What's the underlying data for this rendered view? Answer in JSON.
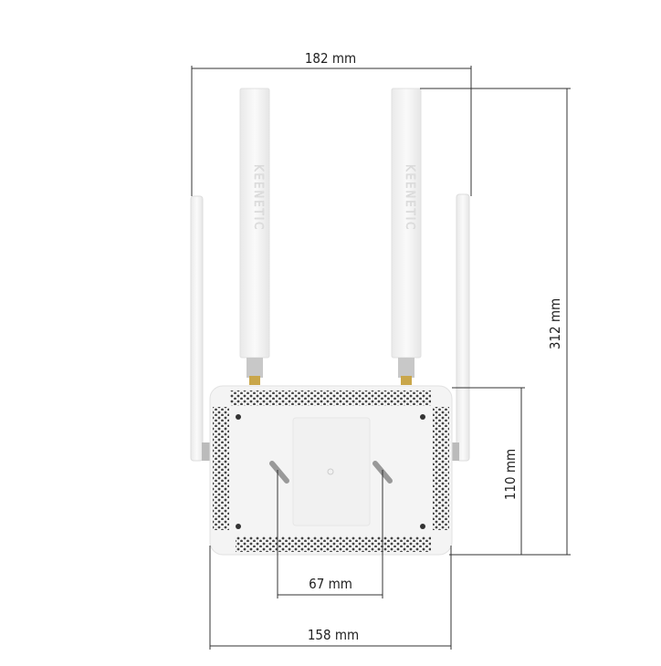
{
  "product_brand": "KEENETIC",
  "dimensions": {
    "width_with_antennas": "182 mm",
    "height_with_antennas": "312 mm",
    "body_height": "110 mm",
    "mount_spacing": "67 mm",
    "body_width": "158 mm"
  },
  "colors": {
    "line": "#333333",
    "body": "#f3f3f3",
    "vent": "#3a3a3a"
  }
}
